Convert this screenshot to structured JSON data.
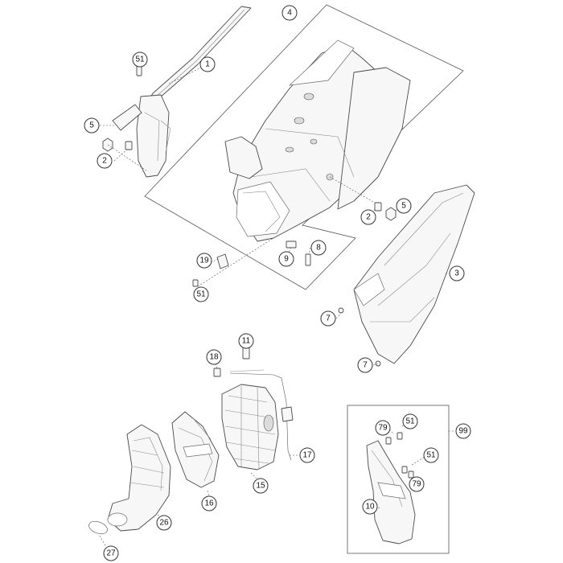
{
  "callouts": [
    {
      "id": "c4",
      "label": "4"
    },
    {
      "id": "c51a",
      "label": "51"
    },
    {
      "id": "c1",
      "label": "1"
    },
    {
      "id": "c5a",
      "label": "5"
    },
    {
      "id": "c2a",
      "label": "2"
    },
    {
      "id": "c2b",
      "label": "2"
    },
    {
      "id": "c5b",
      "label": "5"
    },
    {
      "id": "c8",
      "label": "8"
    },
    {
      "id": "c9",
      "label": "9"
    },
    {
      "id": "c19",
      "label": "19"
    },
    {
      "id": "c51b",
      "label": "51"
    },
    {
      "id": "c3",
      "label": "3"
    },
    {
      "id": "c7a",
      "label": "7"
    },
    {
      "id": "c7b",
      "label": "7"
    },
    {
      "id": "c11",
      "label": "11"
    },
    {
      "id": "c18",
      "label": "18"
    },
    {
      "id": "c17",
      "label": "17"
    },
    {
      "id": "c15",
      "label": "15"
    },
    {
      "id": "c16",
      "label": "16"
    },
    {
      "id": "c26",
      "label": "26"
    },
    {
      "id": "c27",
      "label": "27"
    },
    {
      "id": "c99",
      "label": "99"
    },
    {
      "id": "c79a",
      "label": "79"
    },
    {
      "id": "c51c",
      "label": "51"
    },
    {
      "id": "c51d",
      "label": "51"
    },
    {
      "id": "c79b",
      "label": "79"
    },
    {
      "id": "c10",
      "label": "10"
    }
  ]
}
